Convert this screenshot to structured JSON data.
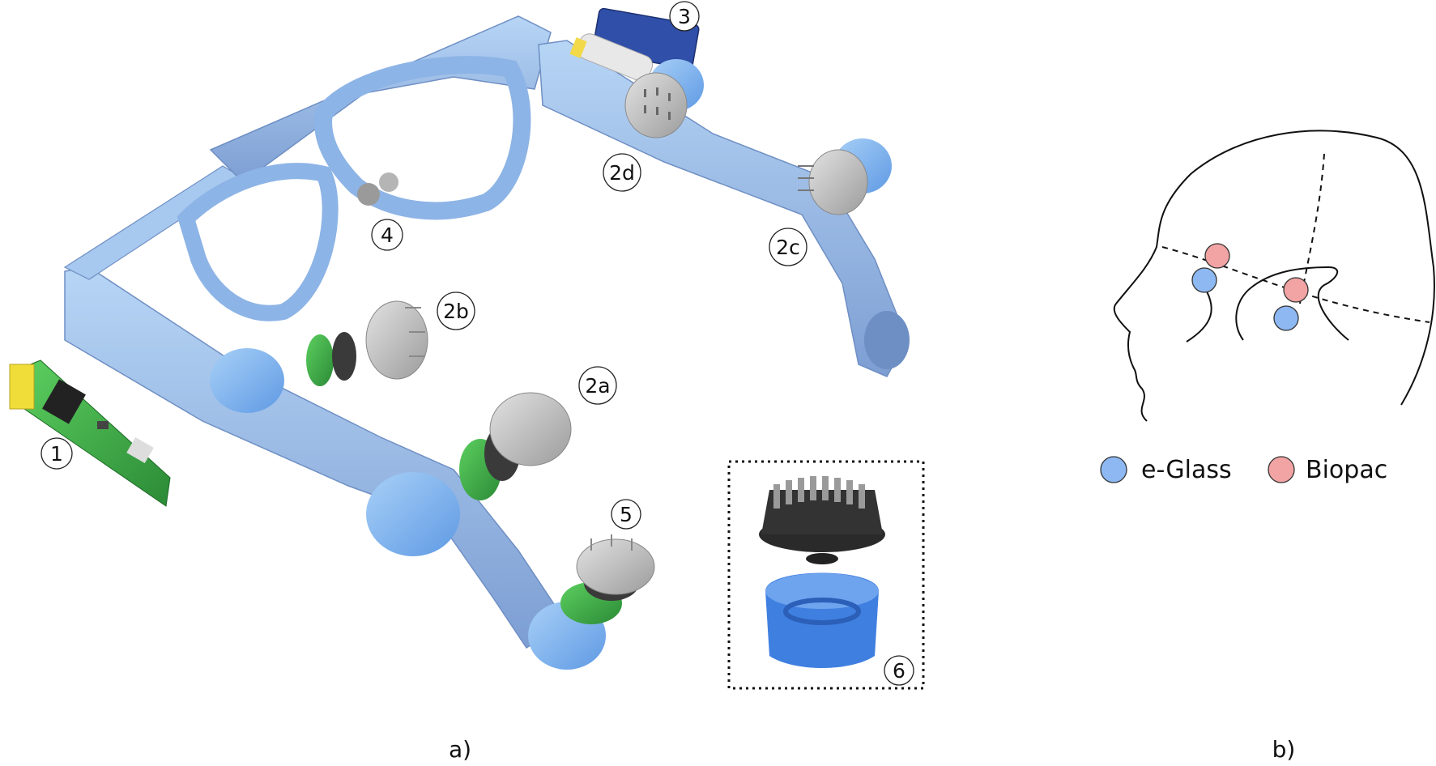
{
  "panel_a": {
    "caption": "a)",
    "callouts": [
      "1",
      "2a",
      "2b",
      "2c",
      "2d",
      "3",
      "4",
      "5",
      "6"
    ]
  },
  "panel_b": {
    "caption": "b)",
    "legend": [
      {
        "label": "e-Glass",
        "color": "#8db8f2"
      },
      {
        "label": "Biopac",
        "color": "#f2a3a3"
      }
    ]
  },
  "colors": {
    "frame": "#9cc3ee",
    "frame_shadow": "#6f93c8",
    "cap": "#7fb6ee",
    "pcb": "#3aa84a",
    "disc": "#bdbdbd",
    "electrode_black": "#222222",
    "holder_blue": "#3f7fe0"
  }
}
